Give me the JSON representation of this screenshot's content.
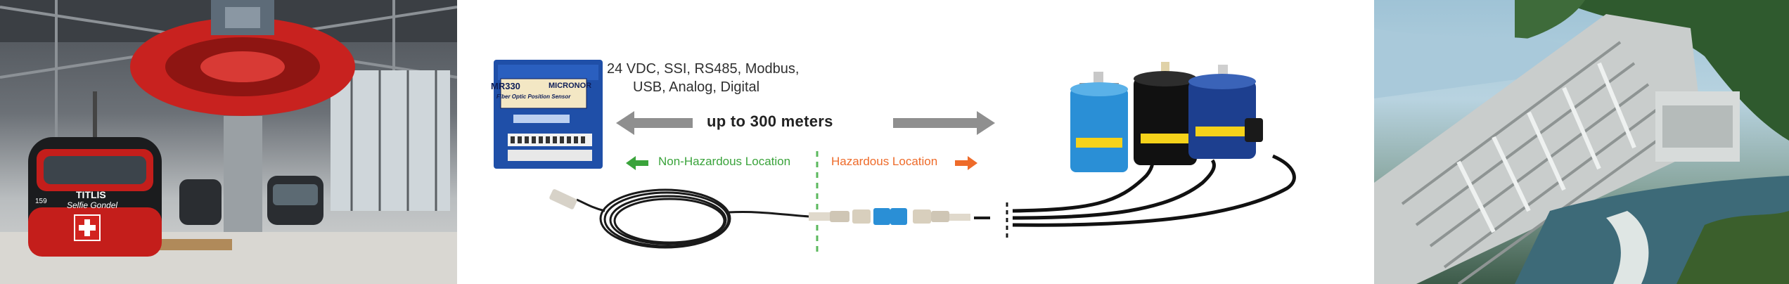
{
  "left_photo": {
    "gondola_title": "TITLIS",
    "gondola_subtitle": "Selfie Gondel",
    "gondola_number": "159"
  },
  "diagram": {
    "spec_line1": "24 VDC, SSI, RS485, Modbus,",
    "spec_line2": "USB, Analog, Digital",
    "distance": "up to 300 meters",
    "non_hazardous": "Non-Hazardous Location",
    "hazardous": "Hazardous Location",
    "controller": {
      "model": "MR330",
      "brand": "MICRONOR",
      "subtitle": "Fiber Optic Position Sensor"
    },
    "colors": {
      "non_hazardous": "#3aa33b",
      "hazardous": "#ee6b2a",
      "controller_blue": "#1f4fa8",
      "encoder_blue": "#2a8fd6",
      "encoder_black": "#111111",
      "encoder_navy": "#1d3f8f"
    }
  }
}
